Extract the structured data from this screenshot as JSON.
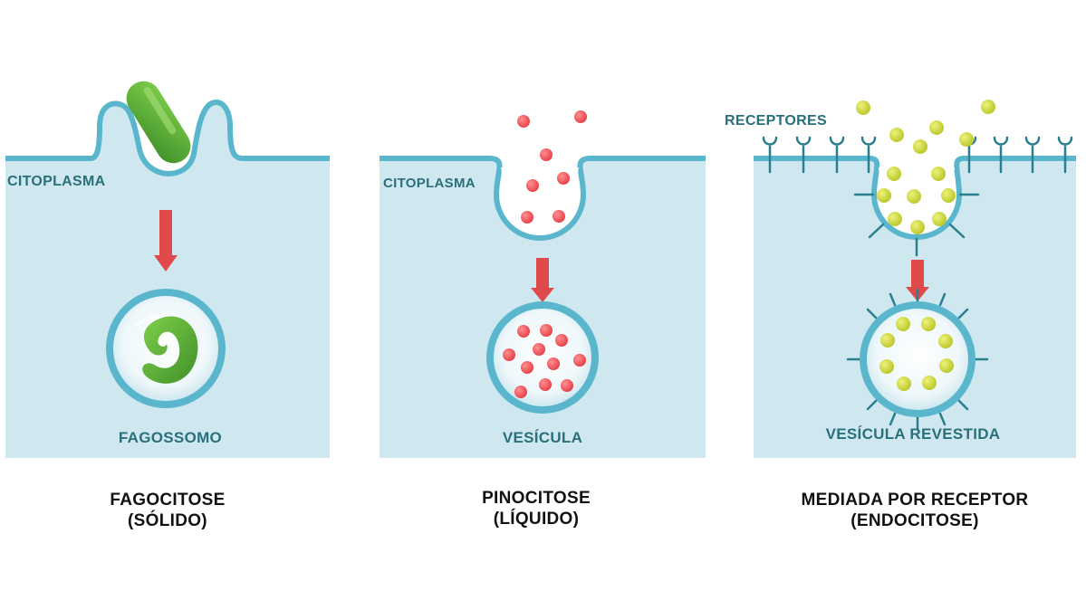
{
  "colors": {
    "cytoplasm": "#cfe8f0",
    "membrane": "#5ab6cc",
    "label": "#2a6f7a",
    "arrow": "#e04a4a",
    "bacterium": "#5aa83a",
    "liquid_dot": "#e53f45",
    "ligand": "#cbd63a",
    "receptor": "#2a7f8e"
  },
  "panels": [
    {
      "region_label": "CITOPLASMA",
      "result_label": "FAGOSSOMO",
      "caption_line1": "FAGOCITOSE",
      "caption_line2": "(SÓLIDO)"
    },
    {
      "region_label": "CITOPLASMA",
      "result_label": "VESÍCULA",
      "caption_line1": "PINOCITOSE",
      "caption_line2": "(LÍQUIDO)"
    },
    {
      "region_label": "RECEPTORES",
      "result_label": "VESÍCULA REVESTIDA",
      "caption_line1": "MEDIADA POR RECEPTOR",
      "caption_line2": "(ENDOCITOSE)"
    }
  ]
}
